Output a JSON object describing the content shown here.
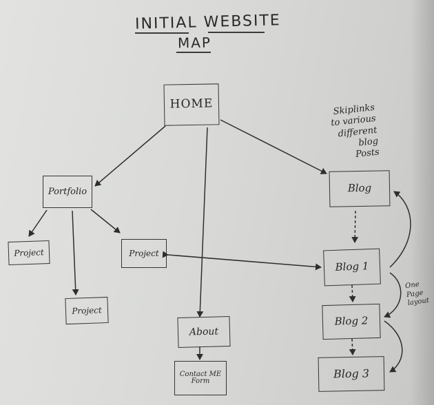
{
  "title": {
    "line1": "INITIAL WEBSITE",
    "line2": "MAP"
  },
  "nodes": {
    "home": "HOME",
    "portfolio": "Portfolio",
    "project_left": "Project",
    "project_middle": "Project",
    "project_bottom": "Project",
    "about": "About",
    "contact": "Contact ME Form",
    "blog": "Blog",
    "blog1": "Blog 1",
    "blog2": "Blog 2",
    "blog3": "Blog 3"
  },
  "notes": {
    "skiplinks": "Skiplinks\nto various\ndifferent\nblog\nPosts",
    "one_page": "One\nPage\nlayout"
  }
}
